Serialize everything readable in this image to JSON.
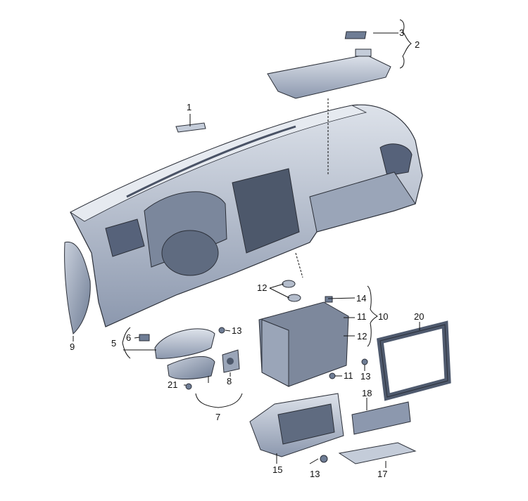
{
  "figure": {
    "type": "exploded parts diagram",
    "colors": {
      "part_fill": "#c4ccd9",
      "part_shadow": "#6f7d95",
      "part_outline": "#2b2f38",
      "leader_line": "#111111",
      "background": "#ffffff"
    },
    "callouts": [
      {
        "id": "c1",
        "label": "1"
      },
      {
        "id": "c2",
        "label": "2"
      },
      {
        "id": "c3",
        "label": "3"
      },
      {
        "id": "c4",
        "label": "14"
      },
      {
        "id": "c5",
        "label": "11"
      },
      {
        "id": "c6",
        "label": "10"
      },
      {
        "id": "c7",
        "label": "12"
      },
      {
        "id": "c8",
        "label": "12"
      },
      {
        "id": "c9",
        "label": "20"
      },
      {
        "id": "c10",
        "label": "13"
      },
      {
        "id": "c11",
        "label": "11"
      },
      {
        "id": "c12",
        "label": "18"
      },
      {
        "id": "c13",
        "label": "17"
      },
      {
        "id": "c14",
        "label": "13"
      },
      {
        "id": "c15",
        "label": "15"
      },
      {
        "id": "c16",
        "label": "7"
      },
      {
        "id": "c17",
        "label": "8"
      },
      {
        "id": "c18",
        "label": "21"
      },
      {
        "id": "c19",
        "label": "13"
      },
      {
        "id": "c20",
        "label": "6"
      },
      {
        "id": "c21",
        "label": "5"
      },
      {
        "id": "c22",
        "label": "9"
      }
    ]
  }
}
